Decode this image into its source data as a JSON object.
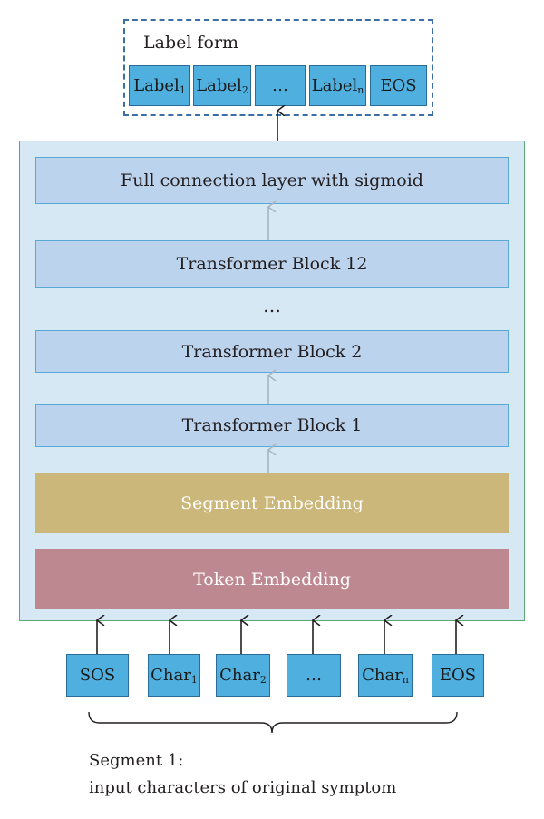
{
  "label_form": {
    "title": "Label form",
    "cells": [
      {
        "text": "Label",
        "sub": "1"
      },
      {
        "text": "Label",
        "sub": "2"
      },
      {
        "text": "…",
        "sub": ""
      },
      {
        "text": "Label",
        "sub": "n"
      },
      {
        "text": "EOS",
        "sub": ""
      }
    ]
  },
  "layers": {
    "full_connection": "Full connection layer with sigmoid",
    "block_12": "Transformer Block 12",
    "ellipsis": "…",
    "block_2": "Transformer Block 2",
    "block_1": "Transformer Block 1",
    "segment_embedding": "Segment Embedding",
    "token_embedding": "Token Embedding"
  },
  "inputs": [
    {
      "text": "SOS",
      "sub": ""
    },
    {
      "text": "Char",
      "sub": "1"
    },
    {
      "text": "Char",
      "sub": "2"
    },
    {
      "text": "…",
      "sub": ""
    },
    {
      "text": "Char",
      "sub": "n"
    },
    {
      "text": "EOS",
      "sub": ""
    }
  ],
  "segment_caption": {
    "line1": "Segment 1:",
    "line2": "input characters of original symptom"
  },
  "colors": {
    "cell_blue": "#4fb0e0",
    "layer_blue": "#bcd3ee",
    "outer_bg": "#d5e8f4",
    "segment": "#cbb77a",
    "token": "#bd8890"
  }
}
